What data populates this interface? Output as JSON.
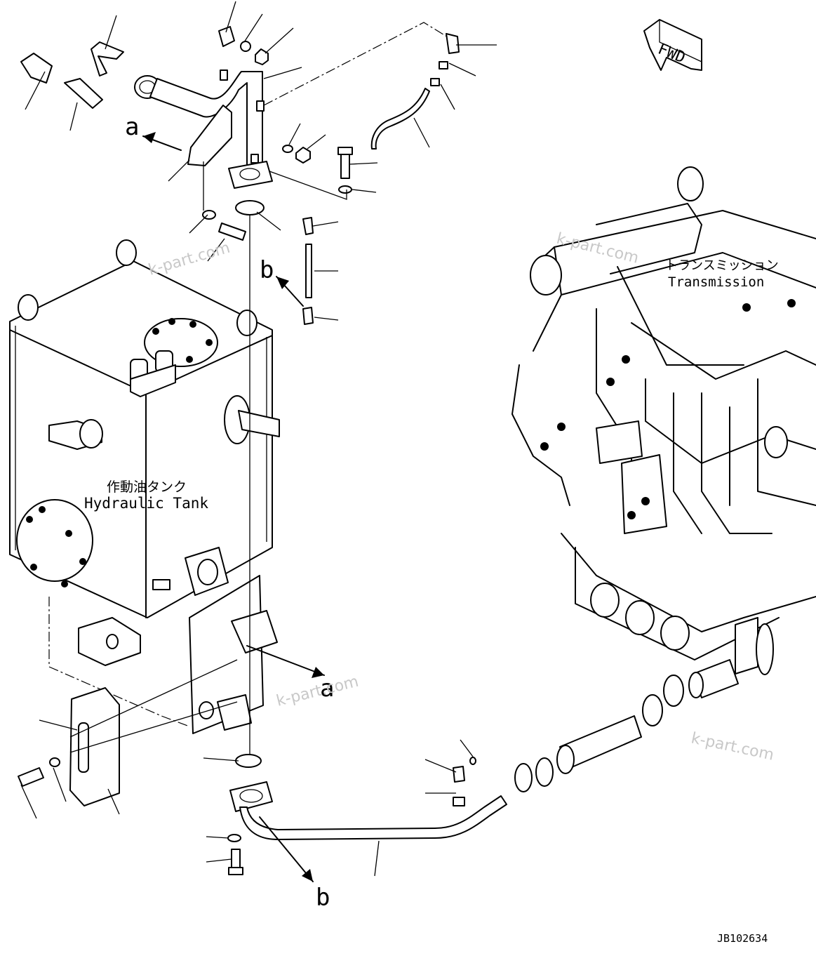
{
  "diagram": {
    "labels": {
      "hydraulic_tank_jp": "作動油タンク",
      "hydraulic_tank_en": "Hydraulic Tank",
      "transmission_jp": "トランスミッション",
      "transmission_en": "Transmission",
      "fwd": "FWD",
      "ref_a": "a",
      "ref_b": "b",
      "drawing_number": "JB102634"
    },
    "watermark": "k-part.com"
  }
}
